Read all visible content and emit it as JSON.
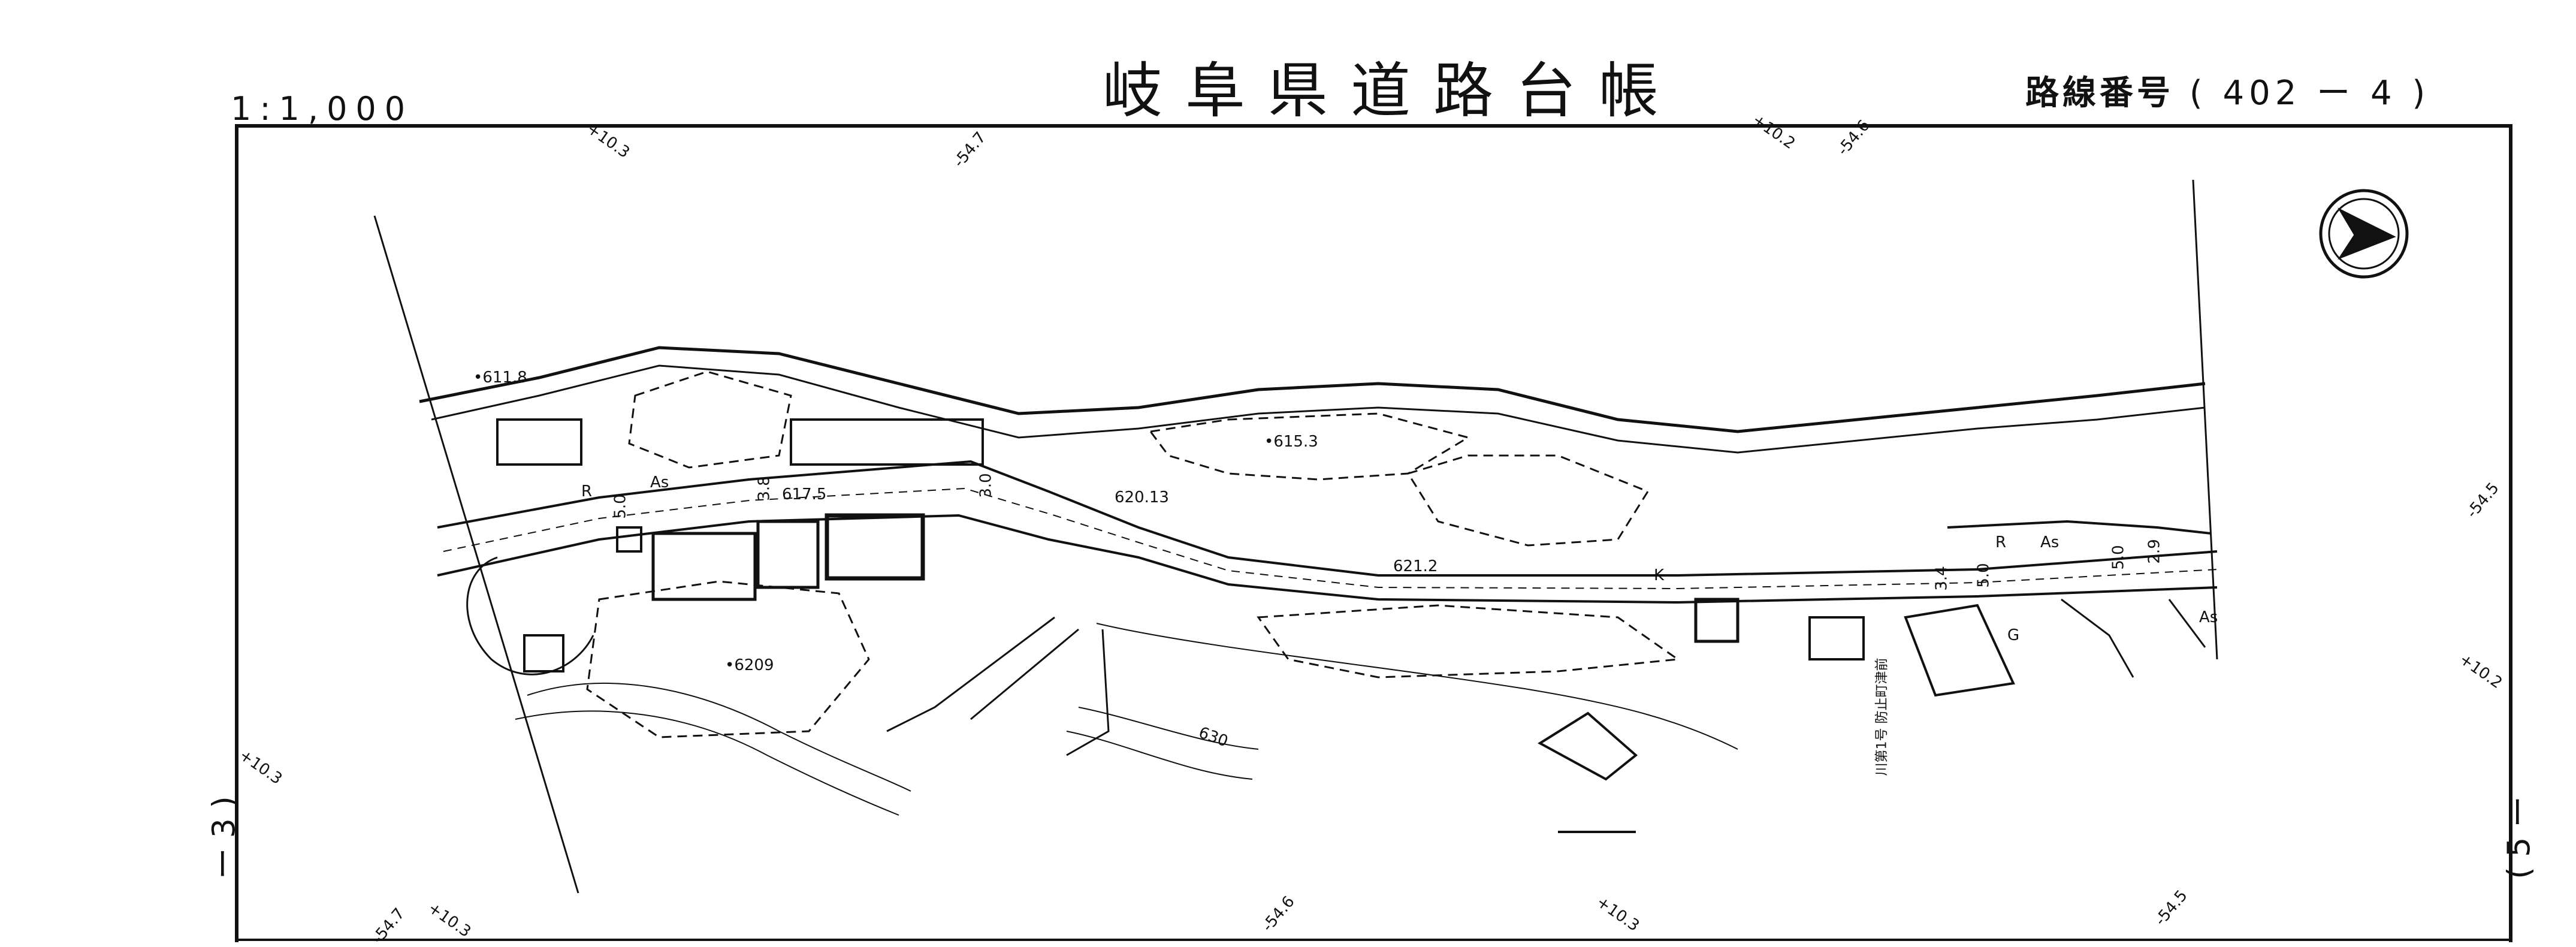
{
  "header": {
    "title": "岐阜県道路台帳",
    "scale": "1:1,000",
    "route_label": "路線番号",
    "route_number": "( 402 ー 4 )"
  },
  "side_sheets": {
    "left": "ー 3 )",
    "right": "( 5 ー"
  },
  "edge_marks": {
    "top_1": "+10.3",
    "top_2": "-54.7",
    "top_3": "+10.2",
    "top_4": "-54.6",
    "right_1": "-54.5",
    "right_2": "+10.2",
    "left_1": "+10.3",
    "bottom_1": "-54.7",
    "bottom_2": "+10.3",
    "bottom_3": "-54.6",
    "bottom_4": "+10.3",
    "bottom_5": "-54.5"
  },
  "map_labels": {
    "elev_1": "•611.8",
    "elev_2": "617.5",
    "elev_3": "620.13",
    "elev_4": "•615.3",
    "elev_5": "621.2",
    "elev_6": "•6209",
    "elev_7": "630",
    "surface_1": "As",
    "surface_2": "As",
    "surface_3": "As",
    "mark_r1": "R",
    "mark_r2": "R",
    "mark_k": "K",
    "mark_g": "G",
    "w_1": "5.0",
    "w_2": "3.8",
    "w_3": "3.0",
    "w_4": "5.0",
    "w_5": "5.0",
    "w_6": "2.9",
    "w_7": "3.4",
    "bridge_note": "川第1号 防止町津前"
  },
  "north_arrow": "north-arrow"
}
